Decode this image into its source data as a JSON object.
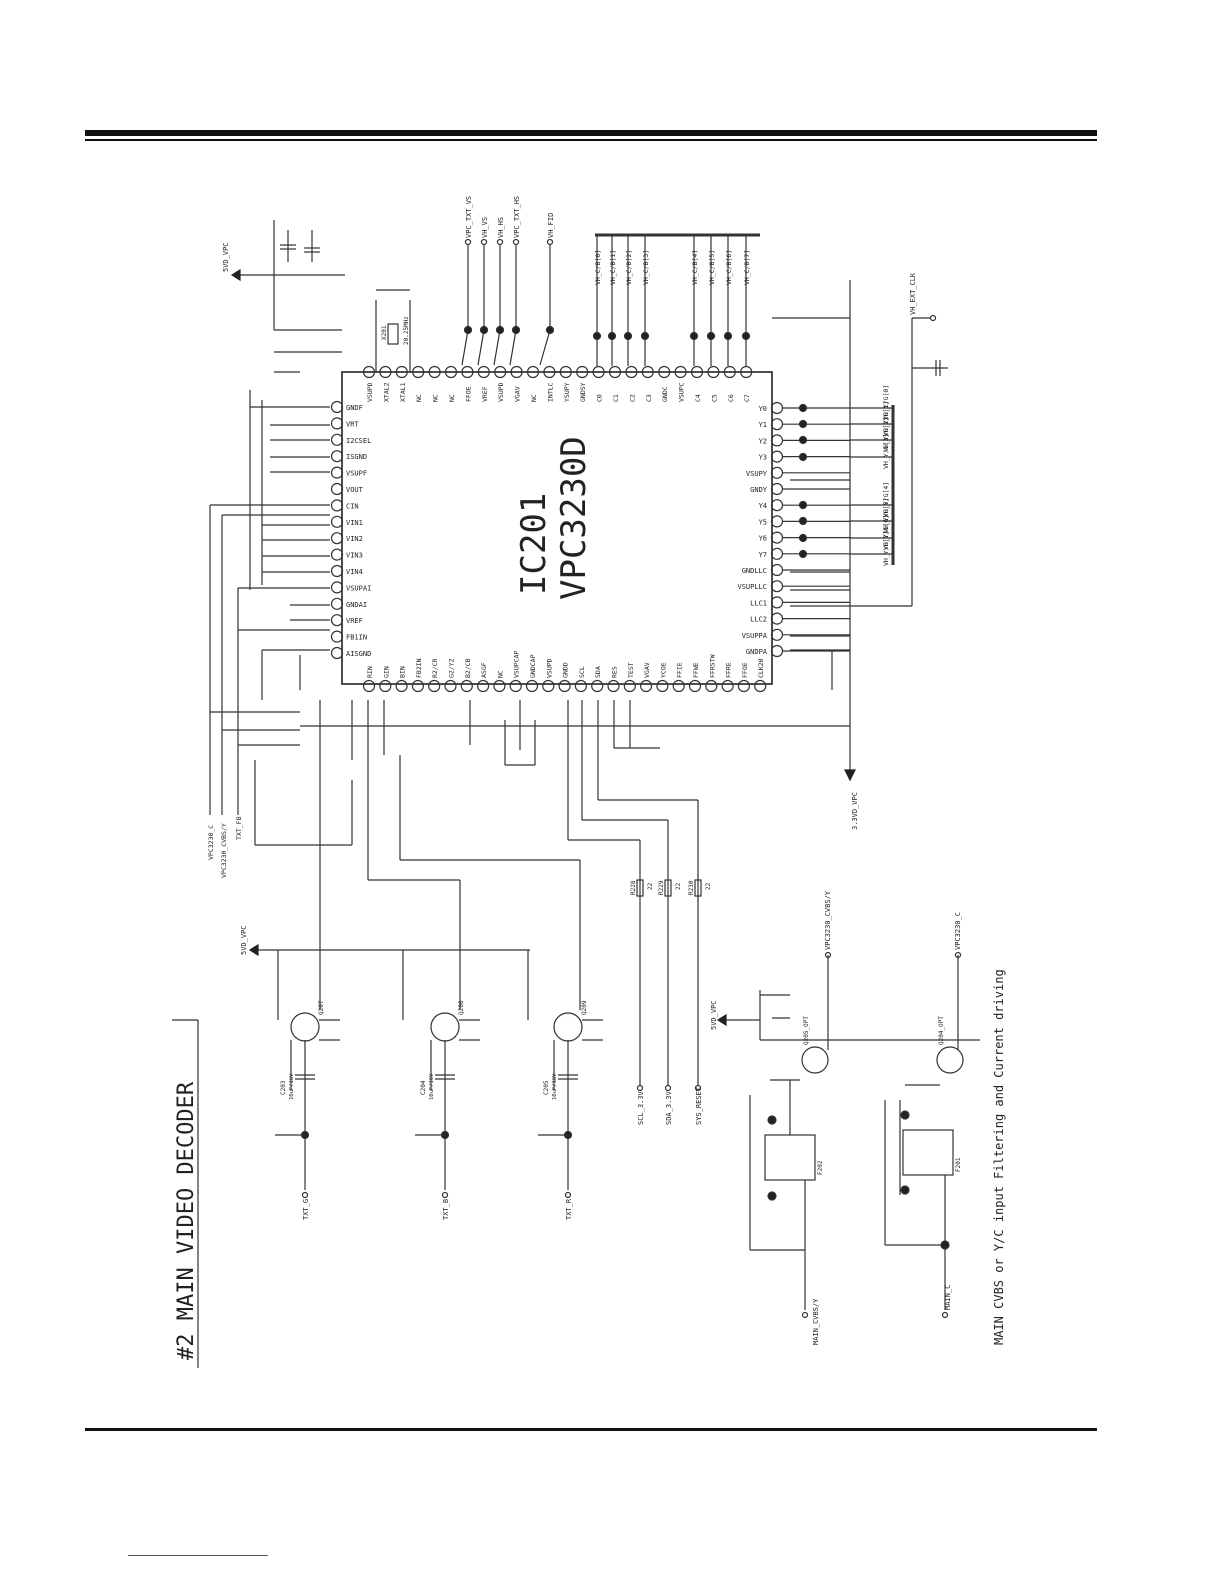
{
  "page": {
    "title": "#2 MAIN VIDEO DECODER",
    "footer_caption": "MAIN CVBS or Y/C input Filtering and Current driving"
  },
  "ic": {
    "ref": "IC201",
    "part": "VPC3230D",
    "left_pins": [
      "GNDF",
      "VRT",
      "I2CSEL",
      "ISGND",
      "VSUPF",
      "VOUT",
      "CIN",
      "VIN1",
      "VIN2",
      "VIN3",
      "VIN4",
      "VSUPAI",
      "GNDAI",
      "VREF",
      "FB1IN",
      "AISGND"
    ],
    "right_pins": [
      "Y0",
      "Y1",
      "Y2",
      "Y3",
      "VSUPY",
      "GNDY",
      "Y4",
      "Y5",
      "Y6",
      "Y7",
      "GNDLLC",
      "VSUPLLC",
      "LLC1",
      "LLC2",
      "VSUPPA",
      "GNDPA"
    ],
    "top_pins": [
      "VSUPD",
      "XTAL2",
      "XTAL1",
      "NC",
      "NC",
      "NC",
      "FFOE",
      "VREF",
      "VSUPD",
      "VGAV",
      "NC",
      "INTLC",
      "YSUPY",
      "GNDSY",
      "C0",
      "C1",
      "C2",
      "C3",
      "GNDC",
      "VSUPC",
      "C4",
      "C5",
      "C6",
      "C7"
    ],
    "bottom_pins": [
      "RIN",
      "GIN",
      "BIN",
      "FB2IN",
      "R2/CR",
      "G2/Y2",
      "B2/CB",
      "ASGF",
      "NC",
      "VSUPCAP",
      "GNDCAP",
      "VSUPD",
      "GNDD",
      "SCL",
      "SDA",
      "RES",
      "TEST",
      "VGAV",
      "YCOE",
      "FFIE",
      "FFWE",
      "FFRSTW",
      "FFRE",
      "FFOE",
      "CLK20"
    ]
  },
  "signals": {
    "top_outputs": [
      "VPC_TXT_VS",
      "VH_VS",
      "VH_HS",
      "VPC_TXT_HS",
      "VH_FID"
    ],
    "data_bus": [
      "VH_C/B[0]",
      "VH_C/B[1]",
      "VH_C/B[2]",
      "VH_C/B[3]",
      "VH_C/B[4]",
      "VH_C/B[5]",
      "VH_C/B[6]",
      "VH_C/B[7]"
    ],
    "y_bus": [
      "VH_Y/G[0]",
      "VH_Y/G[1]",
      "VH_Y/G[2]",
      "VH_Y/G[3]",
      "VH_Y/G[4]",
      "VH_Y/G[5]",
      "VH_Y/G[6]",
      "VH_Y/G[7]"
    ],
    "clock_out": "VH_EXT_CLK",
    "power_top": "5VD_VPC",
    "power_bottom": "3.3VD_VPC",
    "power_drivers": "5VD_VPC",
    "power_filter": "5VD_VPC",
    "crystal": "20.25MHz",
    "inputs_left": [
      "VPC3230_C",
      "VPC3230_CVBS/Y",
      "TXT_FB"
    ],
    "bus_lines": [
      "SCL_3.3V",
      "SDA_3.3V",
      "SYS_RESET"
    ],
    "txt_inputs": [
      "TXT_G",
      "TXT_B",
      "TXT_R"
    ],
    "main_inputs": [
      "MAIN_CVBS/Y",
      "MAIN_C"
    ],
    "filter_outputs": [
      "VPC3230_CVBS/Y",
      "VPC3230_C"
    ]
  },
  "parts": {
    "crystal_ref": "X201",
    "serial_resistors": [
      "R228",
      "R229",
      "R230"
    ],
    "serial_values": [
      "22",
      "22",
      "22"
    ],
    "driver_transistors": [
      "Q207",
      "Q208",
      "Q209"
    ],
    "driver_caps": [
      "C203",
      "C204",
      "C205"
    ],
    "driver_cap_value": "10uF/16V",
    "filter_refs": [
      "F202",
      "F201"
    ],
    "filter_transistors": [
      "Q205_OPT",
      "Q204_OPT"
    ]
  }
}
